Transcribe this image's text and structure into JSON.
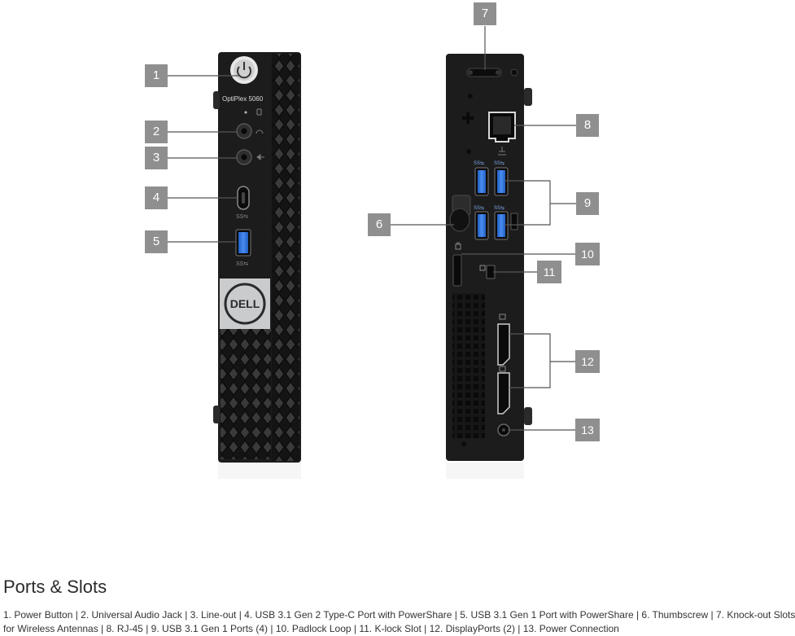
{
  "front": {
    "model_label": "OptiPlex 5060",
    "brand_logo": "DELL",
    "usb_c_badge": "SS⇆",
    "usb_a_badge": "SS⇆"
  },
  "rear": {
    "usb_badges": [
      "SS⇆",
      "SS⇆",
      "SS⇆",
      "SS⇆"
    ]
  },
  "callouts": [
    "1",
    "2",
    "3",
    "4",
    "5",
    "6",
    "7",
    "8",
    "9",
    "10",
    "11",
    "12",
    "13"
  ],
  "caption": {
    "title": "Ports & Slots",
    "line1": "1. Power Button | 2. Universal Audio Jack | 3. Line-out | 4. USB 3.1 Gen 2 Type-C Port with PowerShare | 5. USB 3.1 Gen 1 Port with PowerShare | 6. Thumbscrew | 7. Knock-out Slots",
    "line2": "for Wireless Antennas | 8. RJ-45 | 9. USB 3.1 Gen 1 Ports (4) | 10. Padlock Loop | 11. K-lock Slot | 12. DisplayPorts (2) | 13. Power Connection"
  },
  "colors": {
    "callout_bg": "#8f8f8f",
    "chassis": "#1c1c1c",
    "usb_blue": "#2a6fd6",
    "leader_line": "#555555"
  }
}
